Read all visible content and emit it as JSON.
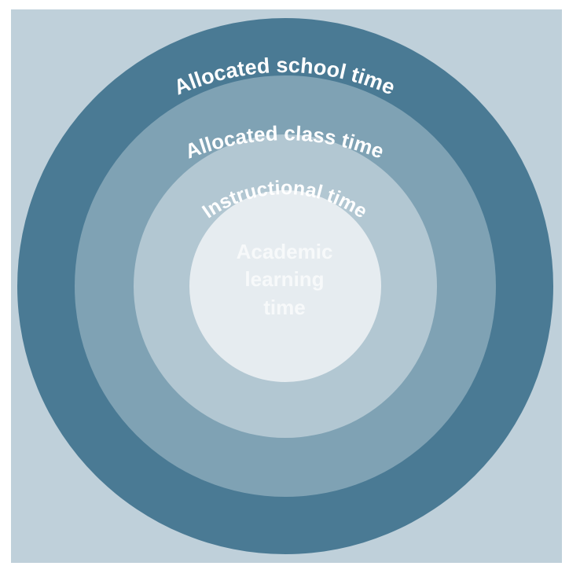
{
  "title": "Nested time concepts",
  "colors": {
    "background": "#bfd0da",
    "allocated_school_time": "#4a7a94",
    "allocated_class_time": "#7fa2b4",
    "instructional_time": "#b2c7d2",
    "academic_learning_time": "#e6ecf0"
  },
  "rings": [
    {
      "label": "Allocated school time"
    },
    {
      "label": "Allocated class time"
    },
    {
      "label": "Instructional time"
    }
  ],
  "center": {
    "lines": [
      "Academic",
      "learning",
      "time"
    ]
  }
}
